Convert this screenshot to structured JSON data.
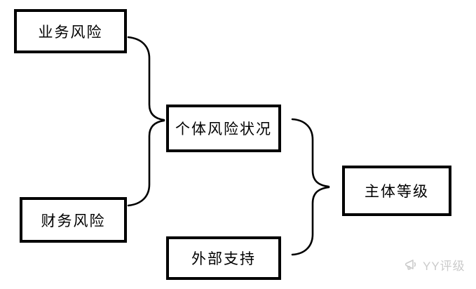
{
  "diagram": {
    "nodes": [
      {
        "id": "business-risk",
        "label": "业务风险"
      },
      {
        "id": "financial-risk",
        "label": "财务风险"
      },
      {
        "id": "individual-risk-status",
        "label": "个体风险状况"
      },
      {
        "id": "external-support",
        "label": "外部支持"
      },
      {
        "id": "entity-rating",
        "label": "主体等级"
      }
    ],
    "edges": [
      {
        "from": "业务风险",
        "to": "个体风险状况",
        "connector": "curly-brace"
      },
      {
        "from": "财务风险",
        "to": "个体风险状况",
        "connector": "curly-brace"
      },
      {
        "from": "个体风险状况",
        "to": "主体等级",
        "connector": "curly-brace"
      },
      {
        "from": "外部支持",
        "to": "主体等级",
        "connector": "curly-brace"
      }
    ]
  },
  "watermark": {
    "icon": "megaphone-icon",
    "label": "YY评级",
    "color": "#cbcbcb"
  },
  "colors": {
    "background": "#ffffff",
    "box_border": "#000000",
    "text": "#000000",
    "connector": "#000000"
  }
}
